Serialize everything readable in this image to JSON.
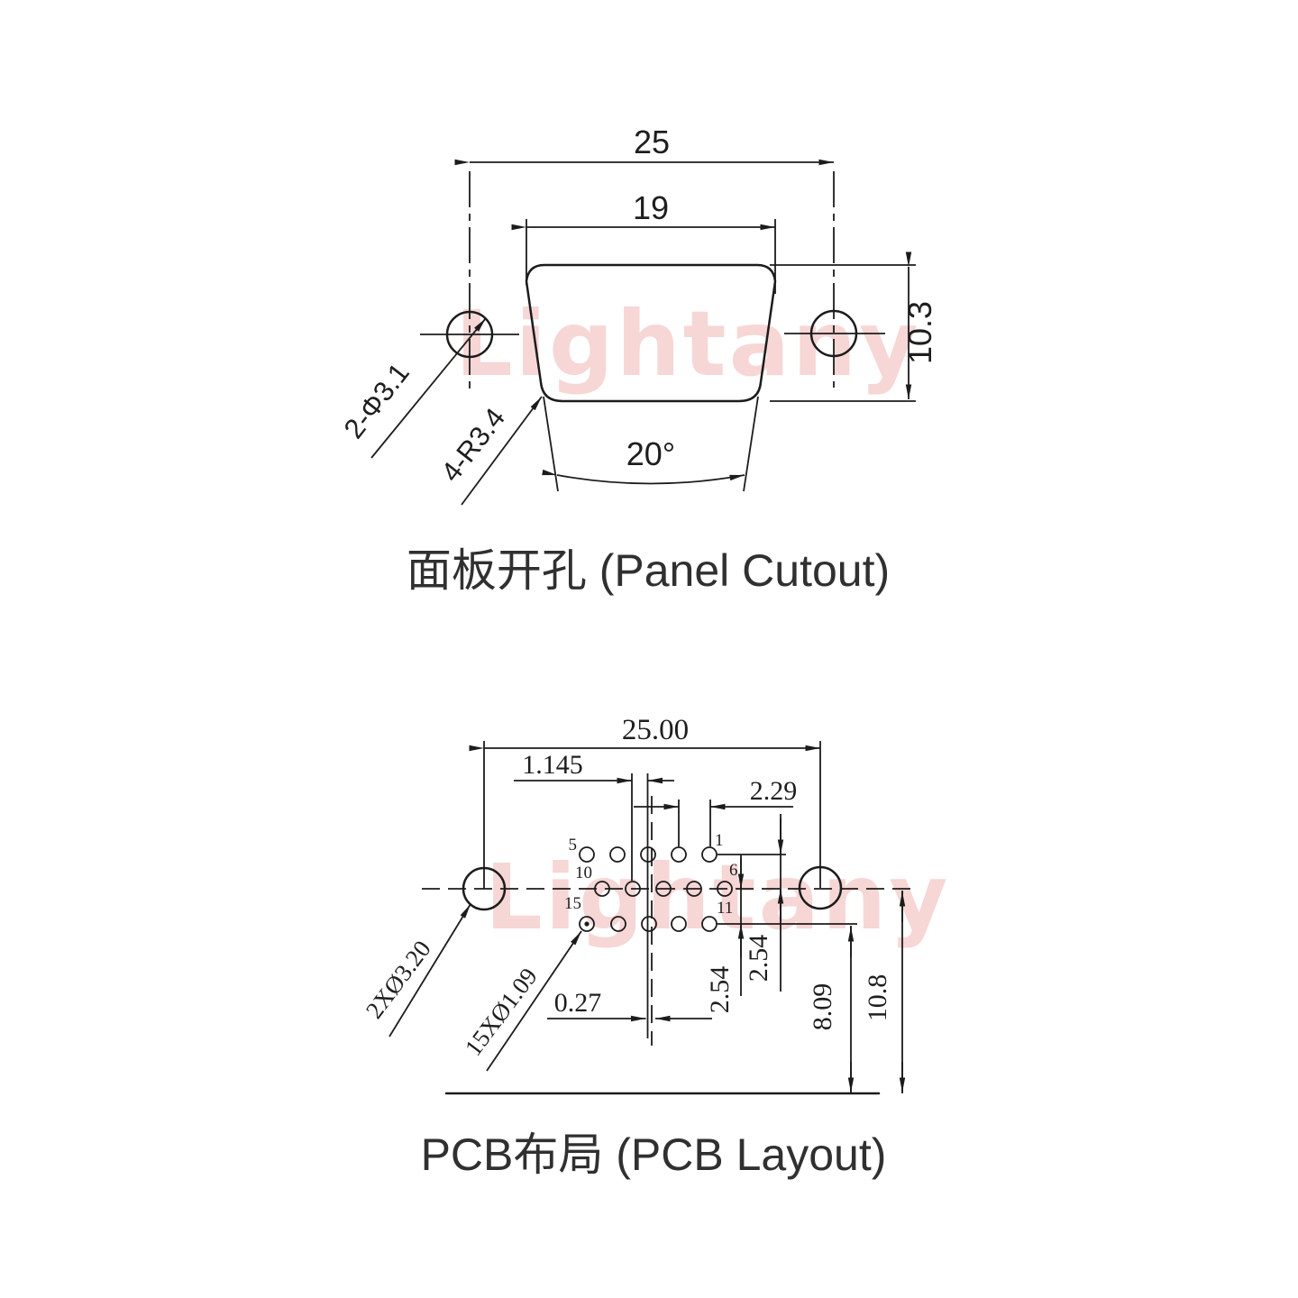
{
  "watermark": {
    "text": "Lightany",
    "color": "#f7d6d6"
  },
  "colors": {
    "line": "#1c1c1c",
    "text": "#1e1e1e",
    "title": "#303030"
  },
  "panel": {
    "title": "面板开孔 (Panel Cutout)",
    "dim_outer": "25",
    "dim_inner": "19",
    "dim_height": "10.3",
    "dim_angle": "20°",
    "label_holes": "2-Φ3.1",
    "label_radius": "4-R3.4"
  },
  "pcb": {
    "title": "PCB布局 (PCB Layout)",
    "dim_span": "25.00",
    "dim_half_pitch": "1.145",
    "dim_pitch": "2.29",
    "dim_row_gap_a": "2.54",
    "dim_row_gap_b": "2.54",
    "dim_row_offset": "8.09",
    "dim_center_offset": "10.8",
    "dim_col_offset": "0.27",
    "label_mount_holes": "2XØ3.20",
    "label_pin_holes": "15XØ1.09",
    "pins": {
      "p1": "1",
      "p5": "5",
      "p6": "6",
      "p10": "10",
      "p11": "11",
      "p15": "15"
    }
  }
}
